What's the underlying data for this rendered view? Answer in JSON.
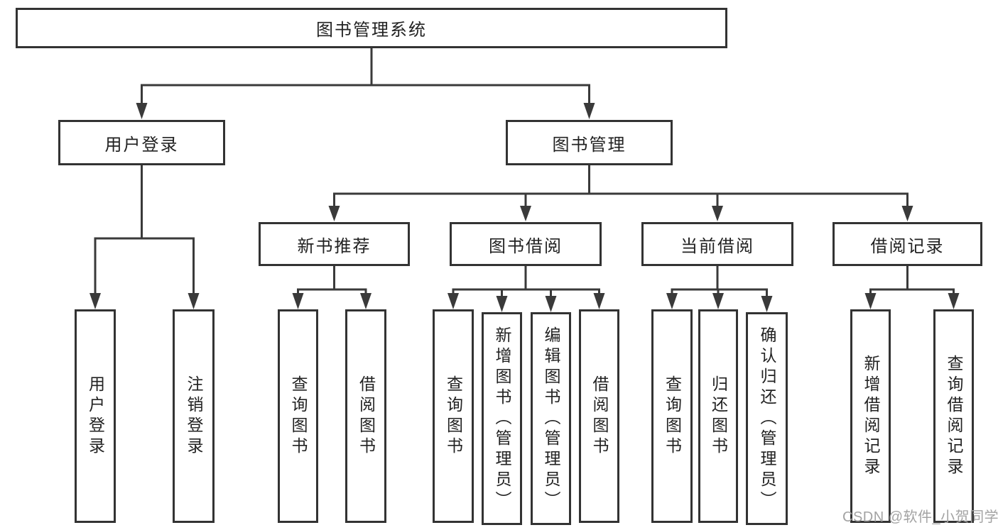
{
  "diagram": {
    "root": {
      "label": "图书管理系统"
    },
    "branches": [
      {
        "label": "用户登录",
        "children": [
          {
            "label": "用户登录"
          },
          {
            "label": "注销登录"
          }
        ]
      },
      {
        "label": "图书管理",
        "children": [
          {
            "label": "新书推荐",
            "children": [
              {
                "label": "查询图书"
              },
              {
                "label": "借阅图书"
              }
            ]
          },
          {
            "label": "图书借阅",
            "children": [
              {
                "label": "查询图书"
              },
              {
                "label": "新增图书（管理员）"
              },
              {
                "label": "编辑图书（管理员）"
              },
              {
                "label": "借阅图书"
              }
            ]
          },
          {
            "label": "当前借阅",
            "children": [
              {
                "label": "查询图书"
              },
              {
                "label": "归还图书"
              },
              {
                "label": "确认归还（管理员）"
              }
            ]
          },
          {
            "label": "借阅记录",
            "children": [
              {
                "label": "新增借阅记录"
              },
              {
                "label": "查询借阅记录"
              }
            ]
          }
        ]
      }
    ]
  },
  "watermark": {
    "text": "CSDN @软件_小贺同学"
  },
  "colors": {
    "line": "#3a3a3a",
    "box_border": "#333333",
    "box_fill": "#ffffff",
    "text": "#222222",
    "watermark": "#a3a3a3"
  }
}
